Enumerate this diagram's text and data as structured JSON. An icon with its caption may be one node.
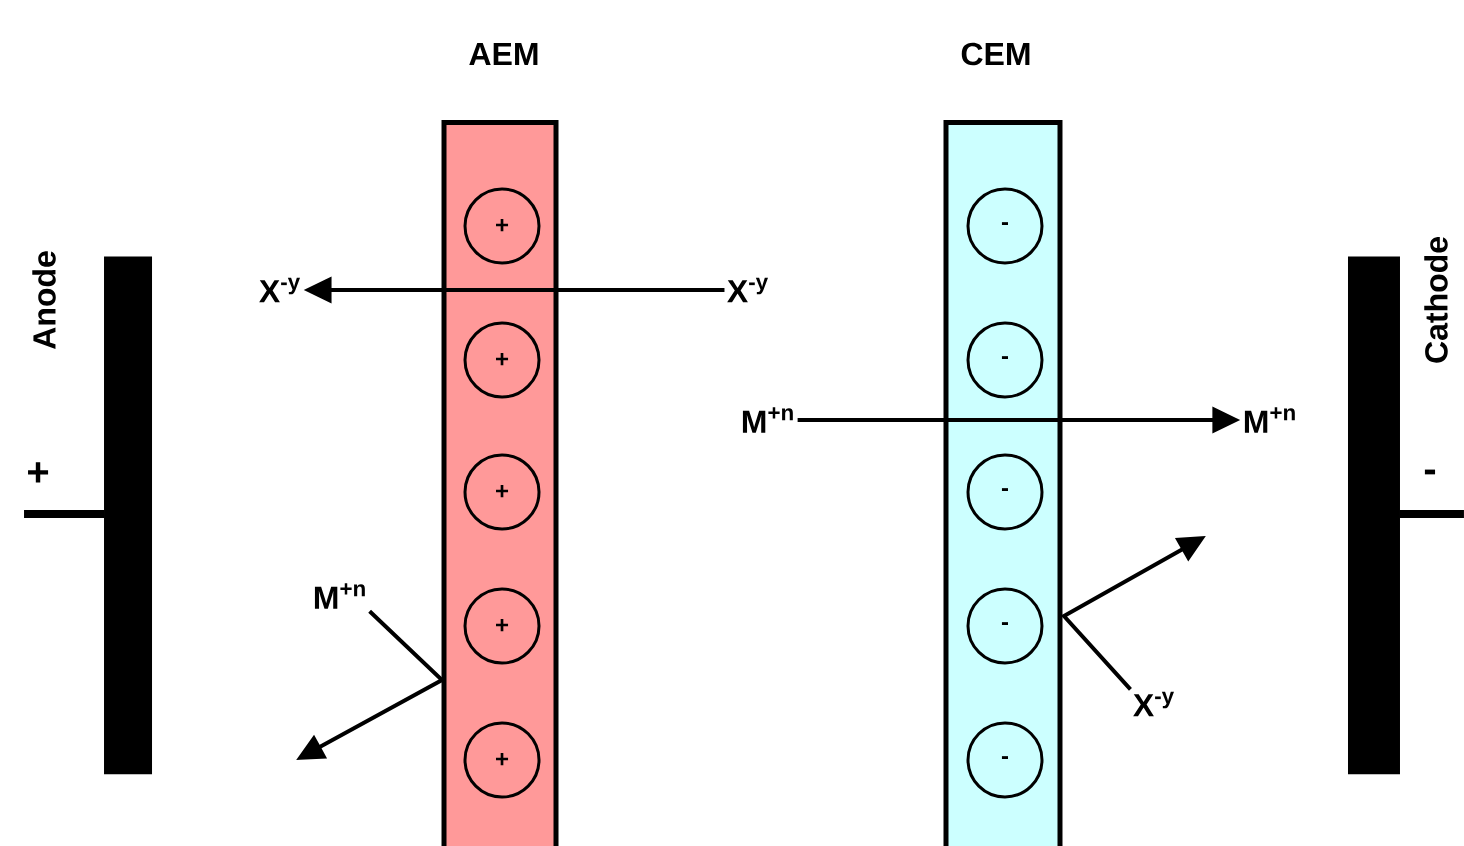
{
  "diagram": {
    "nodes": [
      {
        "text": [
          "AEM"
        ]
      },
      {
        "text": [
          "+"
        ],
        "in": 0
      },
      {
        "text": [
          "+"
        ],
        "in": 0
      },
      {
        "text": [
          "+"
        ],
        "in": 0
      },
      {
        "text": [
          "+"
        ],
        "in": 0
      },
      {
        "text": [
          "+"
        ],
        "in": 0
      },
      {
        "text": [
          "CEM"
        ]
      },
      {
        "text": [
          "-"
        ],
        "in": 6
      },
      {
        "text": [
          "-"
        ],
        "in": 6
      },
      {
        "text": [
          "-"
        ],
        "in": 6
      },
      {
        "text": [
          "-"
        ],
        "in": 6
      },
      {
        "text": [
          "-"
        ],
        "in": 6
      },
      {
        "text": [],
        "shape": "bar",
        "beside": [
          "Anode",
          "+"
        ]
      },
      {
        "text": [],
        "shape": "bar",
        "beside": [
          "Cathode",
          "-"
        ]
      },
      {
        "text": [
          "X$^{-y}$"
        ]
      },
      {
        "text": [
          "X$^{-y}$"
        ]
      },
      {
        "text": [
          "M$^{+n}$"
        ]
      },
      {
        "text": [
          "M$^{+n}$"
        ]
      },
      {
        "text": [
          "M$^{+n}$"
        ]
      },
      {
        "text": [
          "X$^{-y}$"
        ]
      }
    ],
    "edges": [
      {
        "from": 15,
        "to": 14,
        "arrow": "to"
      },
      {
        "from": 16,
        "to": 17,
        "arrow": "to"
      },
      {
        "from": 18,
        "to": null,
        "arrow": "to"
      },
      {
        "from": 19,
        "to": null,
        "arrow": "to"
      }
    ]
  }
}
